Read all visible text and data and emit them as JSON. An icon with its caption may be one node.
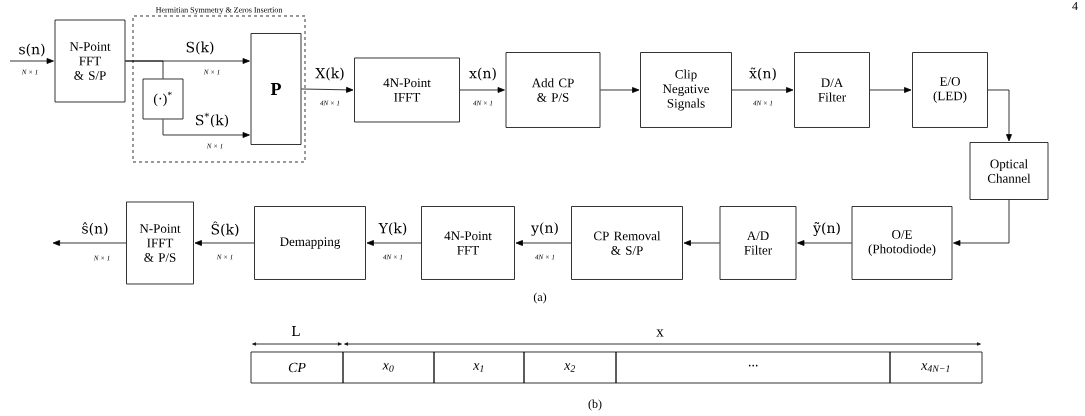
{
  "diagram": {
    "nodes": [
      {
        "text": [
          "N-Point FFT & S/P"
        ]
      },
      {
        "text": [
          "Hermitian Symmetry & Zeros Insertion"
        ]
      },
      {
        "text": [
          "(·)$^{*}$"
        ],
        "in": 1
      },
      {
        "text": [
          "P"
        ],
        "in": 1
      },
      {
        "text": [
          "4N-Point IFFT"
        ]
      },
      {
        "text": [
          "Add CP & P/S"
        ]
      },
      {
        "text": [
          "Clip Negative Signals"
        ]
      },
      {
        "text": [
          "D/A Filter"
        ]
      },
      {
        "text": [
          "E/O (LED)"
        ]
      },
      {
        "text": [
          "Optical Channel"
        ]
      },
      {
        "text": [
          "O/E (Photodiode)"
        ]
      },
      {
        "text": [
          "A/D Filter"
        ]
      },
      {
        "text": [
          "CP Removal & S/P"
        ]
      },
      {
        "text": [
          "4N-Point FFT"
        ]
      },
      {
        "text": [
          "Demapping"
        ]
      },
      {
        "text": [
          "N-Point IFFT & P/S"
        ]
      }
    ],
    "edges": [
      {
        "from": null,
        "to": 0,
        "arrow": "to",
        "label": "s(n)"
      },
      {
        "from": 0,
        "to": 3,
        "arrow": "to",
        "label": "S(k)"
      },
      {
        "from": 0,
        "to": 2,
        "arrow": "none"
      },
      {
        "from": 2,
        "to": 3,
        "arrow": "to",
        "label": "S$^{*}$(k)"
      },
      {
        "from": 3,
        "to": 4,
        "arrow": "to",
        "label": "X(k)"
      },
      {
        "from": 4,
        "to": 5,
        "arrow": "to",
        "label": "x(n)"
      },
      {
        "from": 5,
        "to": 6,
        "arrow": "to"
      },
      {
        "from": 6,
        "to": 7,
        "arrow": "to",
        "label": "x̃(n)"
      },
      {
        "from": 7,
        "to": 8,
        "arrow": "to"
      },
      {
        "from": 8,
        "to": 9,
        "arrow": "to"
      },
      {
        "from": 9,
        "to": 10,
        "arrow": "to"
      },
      {
        "from": 10,
        "to": 11,
        "arrow": "to",
        "label": "ỹ(n)"
      },
      {
        "from": 11,
        "to": 12,
        "arrow": "to"
      },
      {
        "from": 12,
        "to": 13,
        "arrow": "to",
        "label": "y(n)"
      },
      {
        "from": 13,
        "to": 14,
        "arrow": "to",
        "label": "Y(k)"
      },
      {
        "from": 14,
        "to": 15,
        "arrow": "to",
        "label": "Ŝ(k)"
      },
      {
        "from": 15,
        "to": null,
        "arrow": "to",
        "label": "ŝ(n)"
      }
    ],
    "labels": [
      "4",
      "N × 1",
      "N × 1",
      "4N × 1",
      "4N × 1",
      "4N × 1",
      "N × 1",
      "N × 1",
      "N × 1",
      "4N × 1",
      "4N × 1",
      "(a)",
      "L",
      "x",
      "CP",
      "x$_{0}$",
      "x$_{1}$",
      "x$_{2}$",
      "···",
      "x$_{4N−1}$",
      "(b)"
    ]
  }
}
